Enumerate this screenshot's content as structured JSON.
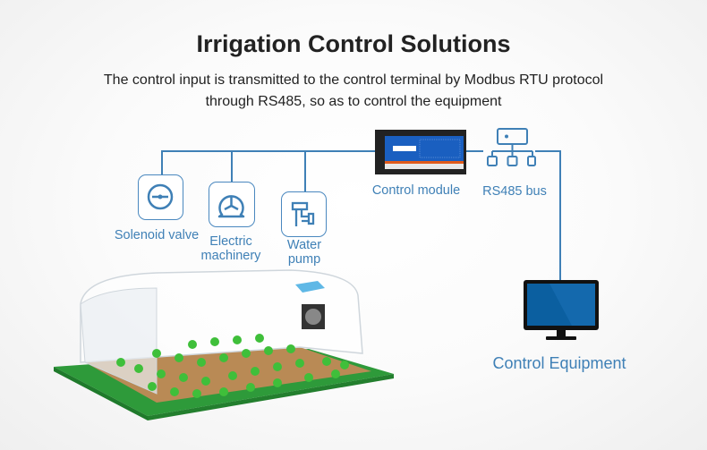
{
  "title": "Irrigation Control Solutions",
  "subtitle": [
    "The control input is transmitted to the control terminal by Modbus RTU protocol",
    "through RS485, so as to control the equipment"
  ],
  "devices": {
    "solenoid_valve": "Solenoid valve",
    "electric_machinery": [
      "Electric",
      "machinery"
    ],
    "water_pump": [
      "Water",
      "pump"
    ],
    "control_module": "Control module",
    "rs485_bus": "RS485 bus",
    "control_equipment": "Control Equipment"
  },
  "colors": {
    "accent": "#3f80b6",
    "grass": "#2e9a3a",
    "screen": "#0b5fa0"
  }
}
